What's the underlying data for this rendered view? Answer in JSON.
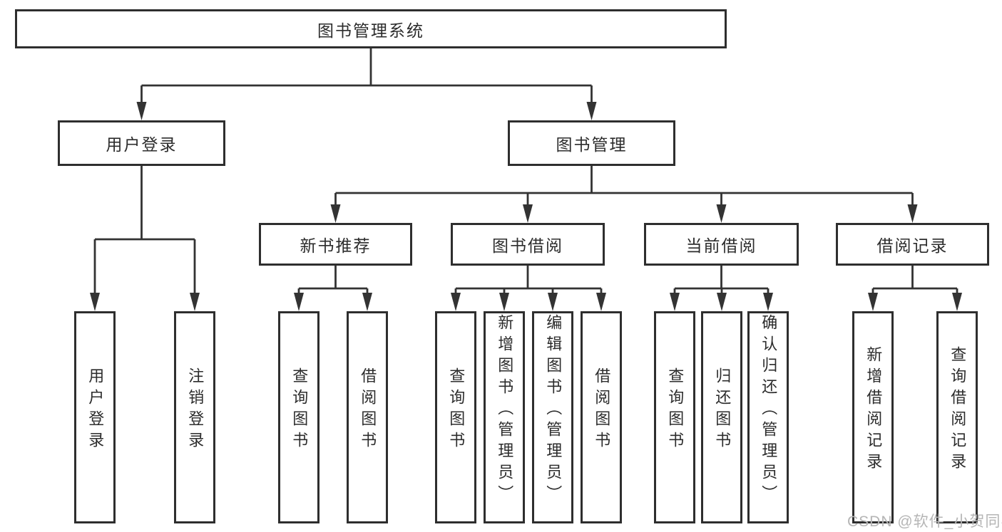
{
  "root_label": "图书管理系统",
  "branch_user": {
    "label": "用户登录",
    "leaves": [
      "用户登录",
      "注销登录"
    ]
  },
  "branch_book": {
    "label": "图书管理"
  },
  "groups": [
    {
      "label": "新书推荐",
      "leaves": [
        "查询图书",
        "借阅图书"
      ]
    },
    {
      "label": "图书借阅",
      "leaves": [
        "查询图书",
        "新增图书（管理员）",
        "编辑图书（管理员）",
        "借阅图书"
      ]
    },
    {
      "label": "当前借阅",
      "leaves": [
        "查询图书",
        "归还图书",
        "确认归还（管理员）"
      ]
    },
    {
      "label": "借阅记录",
      "leaves": [
        "新增借阅记录",
        "查询借阅记录"
      ]
    }
  ],
  "watermark": "CSDN @软件_小贺同学",
  "colors": {
    "line": "#333333",
    "border": "#2e2e2e",
    "background": "#ffffff",
    "watermark": "#b5b5b5"
  }
}
